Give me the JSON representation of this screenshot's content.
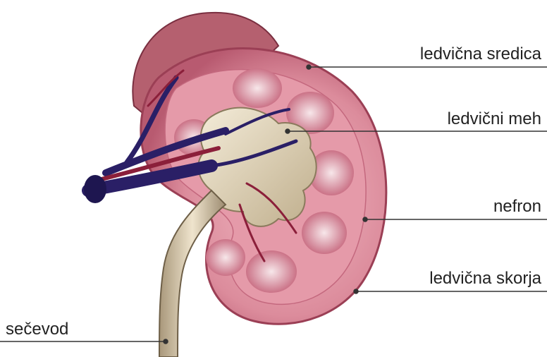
{
  "labels": {
    "medulla": "ledvična sredica",
    "pelvis": "ledvični meh",
    "nephron": "nefron",
    "cortex": "ledvična skorja",
    "ureter": "sečevod"
  },
  "colors": {
    "cortex": "#d98a99",
    "medulla": "#e8a7b3",
    "pyramid": "#c75a72",
    "pelvis": "#e7dcc4",
    "vein": "#2a1f66",
    "artery": "#8b1f3a",
    "leader_line": "#333333"
  }
}
